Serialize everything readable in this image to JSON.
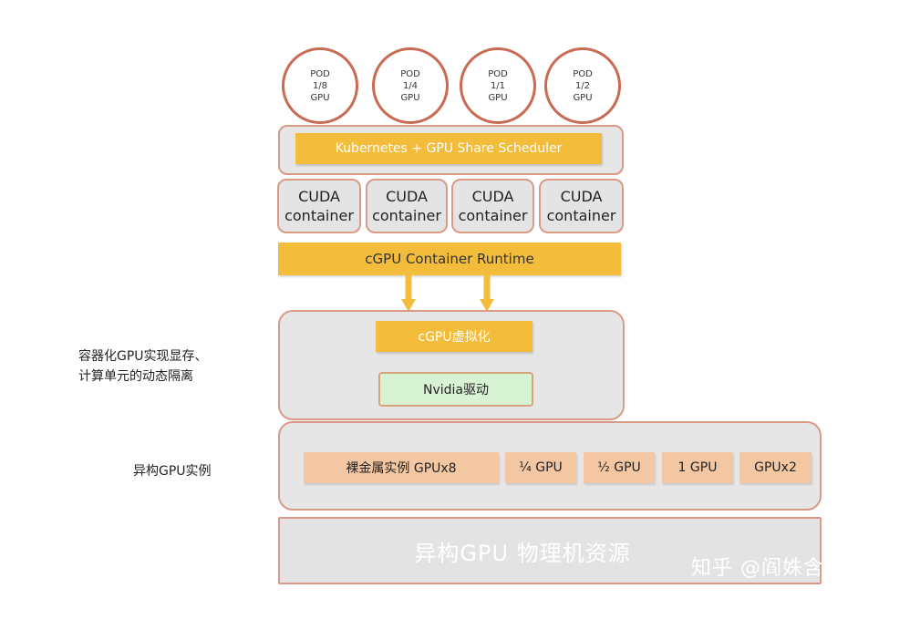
{
  "pods": [
    {
      "label": "POD\n1/8\nGPU"
    },
    {
      "label": "POD\n1/4\nGPU"
    },
    {
      "label": "POD\n1/1\nGPU"
    },
    {
      "label": "POD\n1/2\nGPU"
    }
  ],
  "scheduler": {
    "label": "Kubernetes + GPU Share Scheduler"
  },
  "containers": [
    {
      "label": "CUDA\ncontainer"
    },
    {
      "label": "CUDA\ncontainer"
    },
    {
      "label": "CUDA\ncontainer"
    },
    {
      "label": "CUDA\ncontainer"
    }
  ],
  "runtime": {
    "label": "cGPU Container Runtime"
  },
  "virtualization": {
    "label": "cGPU虚拟化"
  },
  "driver": {
    "label": "Nvidia驱动"
  },
  "isolation_label": {
    "line1": "容器化GPU实现显存、",
    "line2": "计算单元的动态隔离"
  },
  "instance_label": "异构GPU实例",
  "instances": [
    {
      "label": "裸金属实例 GPUx8"
    },
    {
      "label": "¼ GPU"
    },
    {
      "label": "½ GPU"
    },
    {
      "label": "1 GPU"
    },
    {
      "label": "GPUx2"
    }
  ],
  "physical": {
    "label": "异构GPU 物理机资源"
  },
  "watermark": "知乎 @阎姝含",
  "colors": {
    "accent_yellow": "#f3bc3a",
    "border_salmon": "#d99a86",
    "instance_fill": "#f4c7a3",
    "driver_fill": "#d8f3d3"
  }
}
